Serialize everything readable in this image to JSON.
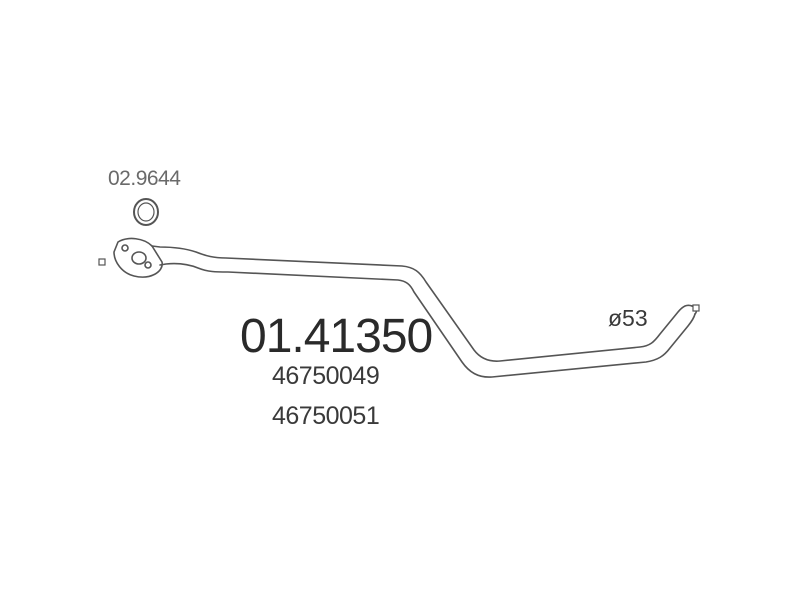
{
  "diagram": {
    "gasket_code": "02.9644",
    "main_part_number": "01.41350",
    "oem_numbers": [
      "46750049",
      "46750051"
    ],
    "pipe_diameter": "ø53"
  },
  "colors": {
    "line": "#555555",
    "background": "#ffffff"
  }
}
